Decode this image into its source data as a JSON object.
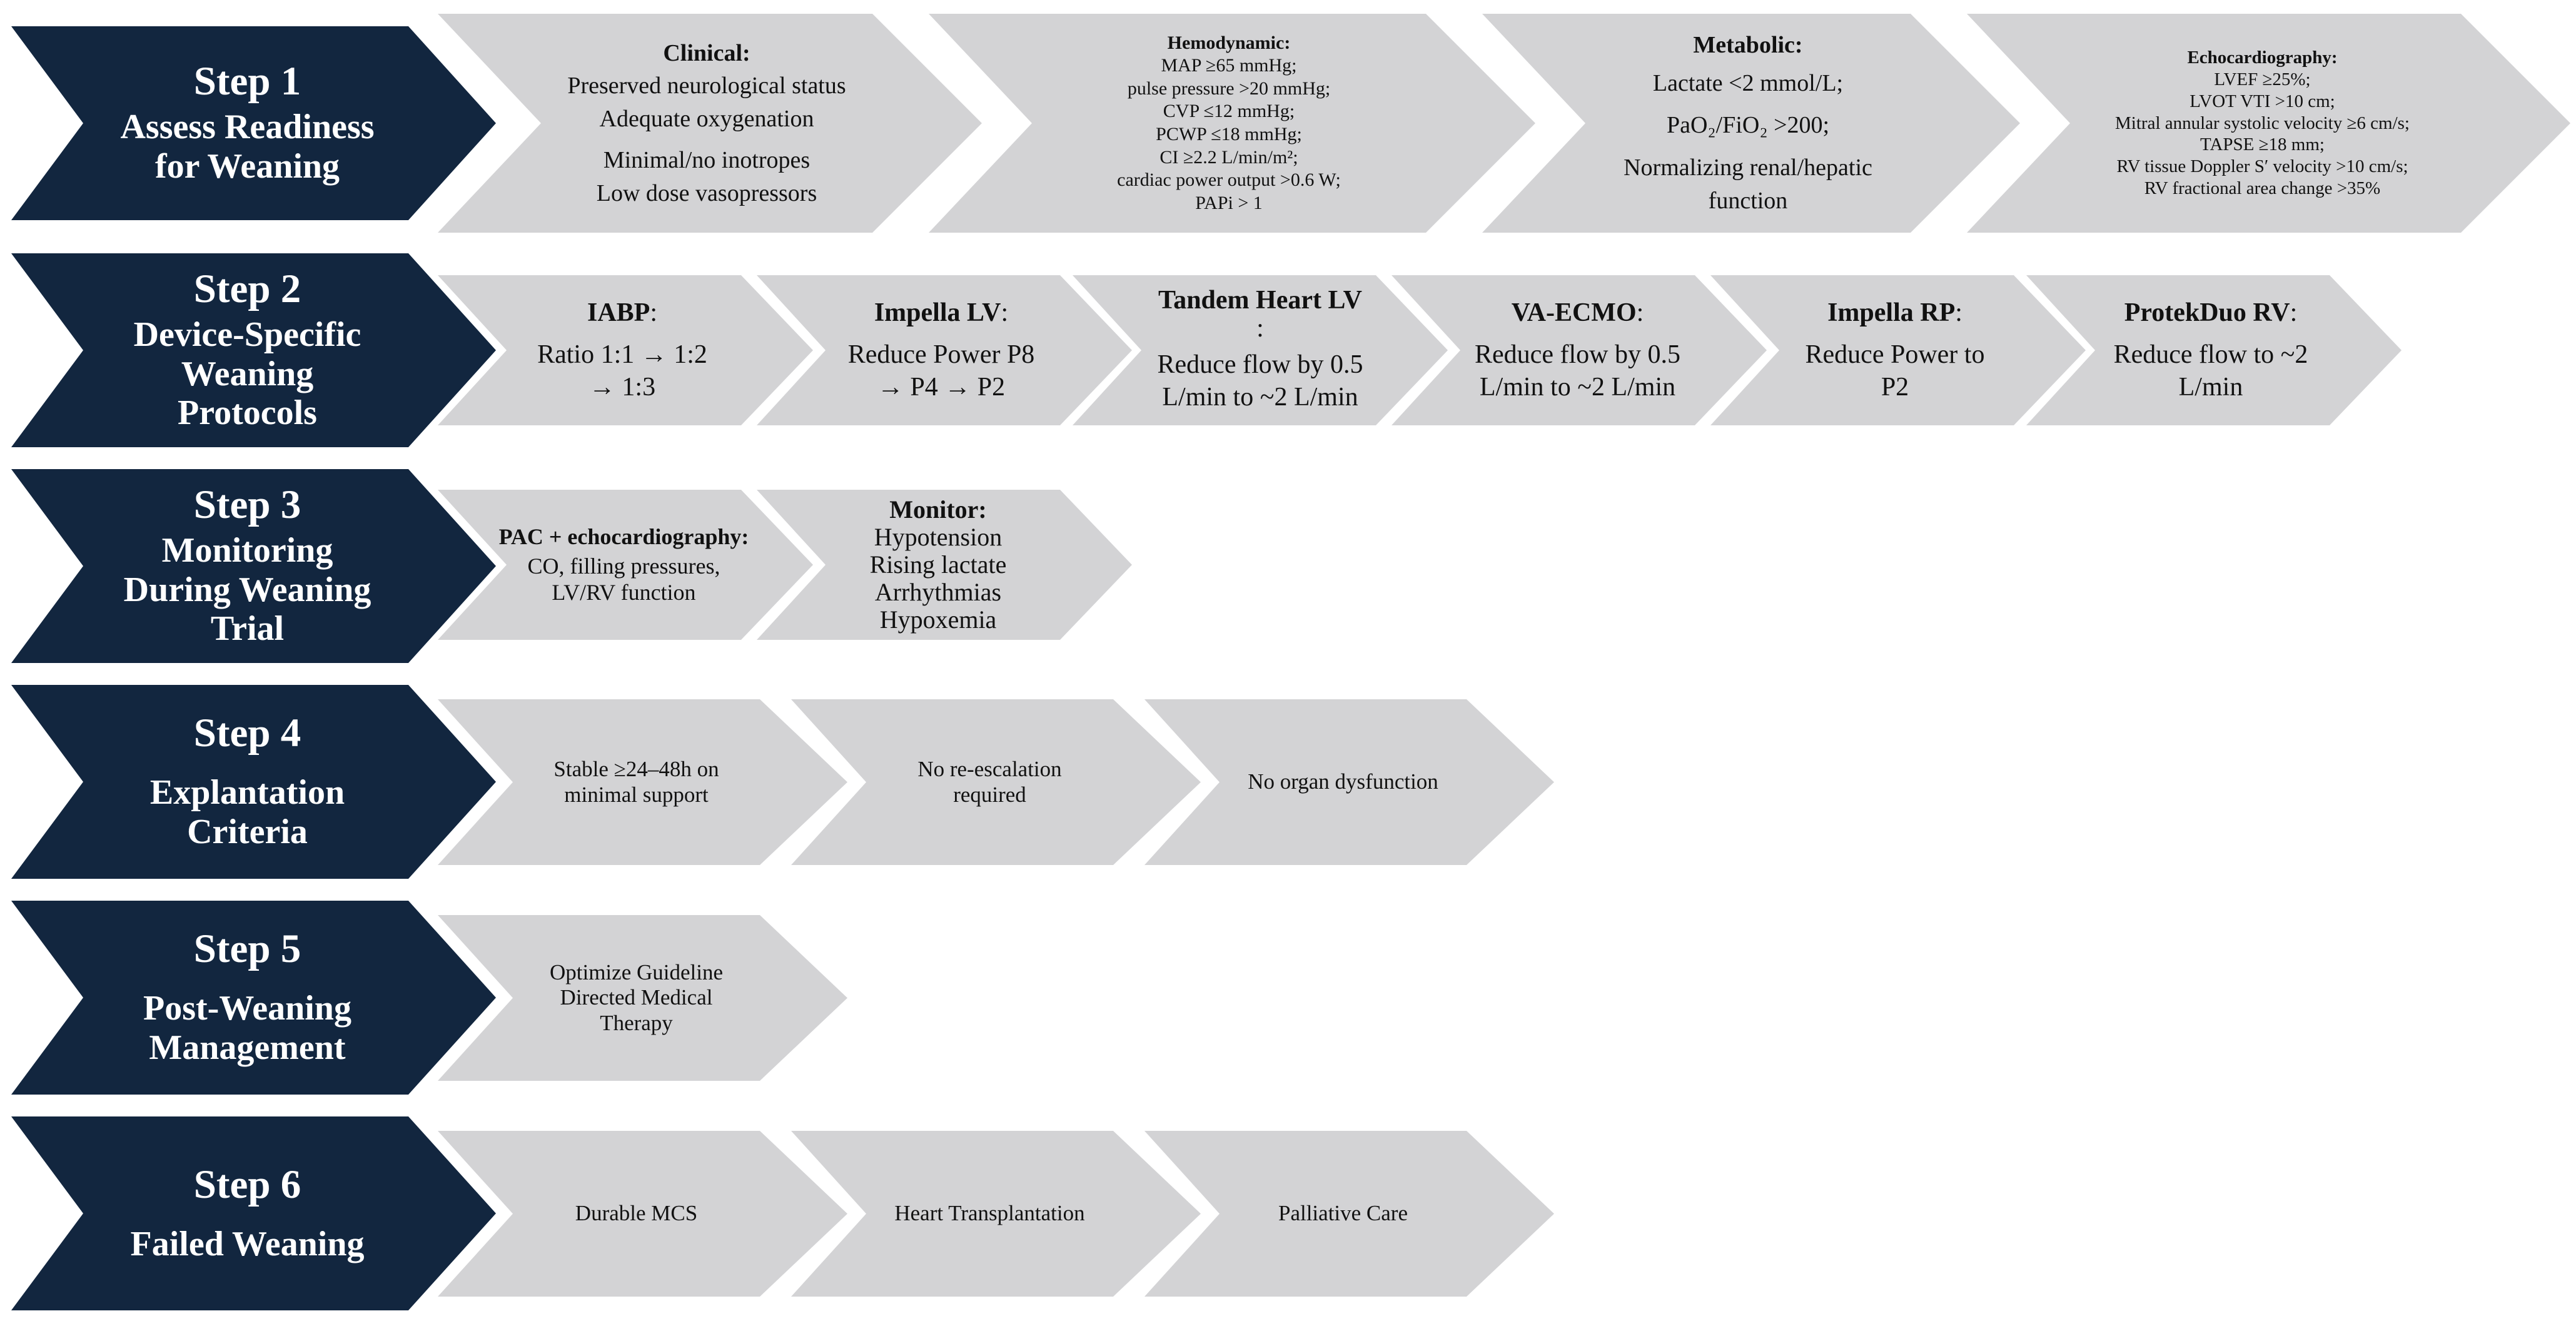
{
  "rows": [
    {
      "step": "Step 1",
      "title": [
        "Assess Readiness",
        "for Weaning"
      ],
      "items": [
        {
          "head": "Clinical:",
          "lines": [
            "Preserved neurological status",
            "Adequate oxygenation",
            "Minimal/no inotropes",
            "Low dose vasopressors"
          ]
        },
        {
          "head": "Hemodynamic:",
          "lines": [
            "MAP ≥65 mmHg;",
            "pulse pressure >20 mmHg;",
            "CVP ≤12 mmHg;",
            "PCWP ≤18 mmHg;",
            "CI ≥2.2 L/min/m²;",
            "cardiac power output >0.6 W;",
            "PAPi > 1"
          ]
        },
        {
          "head": "Metabolic:",
          "lines": [
            "Lactate <2 mmol/L;",
            "PaO₂/FiO₂ >200;",
            "Normalizing renal/hepatic",
            "function"
          ]
        },
        {
          "head": "Echocardiography:",
          "lines": [
            "LVEF ≥25%;",
            "LVOT VTI >10 cm;",
            "Mitral annular systolic velocity ≥6 cm/s;",
            "TAPSE ≥18 mm;",
            "RV tissue Doppler S′ velocity >10 cm/s;",
            "RV fractional area change >35%"
          ]
        }
      ]
    },
    {
      "step": "Step 2",
      "title": [
        "Device-Specific",
        "Weaning",
        "Protocols"
      ],
      "items": [
        {
          "head": "IABP",
          "lines": [
            "Ratio 1:1 → 1:2",
            "→ 1:3"
          ]
        },
        {
          "head": "Impella LV",
          "lines": [
            "Reduce Power  P8",
            "→ P4 → P2"
          ]
        },
        {
          "head": "Tandem Heart LV",
          "lines": [
            "Reduce flow by 0.5",
            "L/min to ~2 L/min"
          ]
        },
        {
          "head": "VA-ECMO",
          "lines": [
            "Reduce flow by 0.5",
            "L/min to ~2 L/min"
          ]
        },
        {
          "head": "Impella RP",
          "lines": [
            "Reduce Power to",
            "P2"
          ]
        },
        {
          "head": "ProtekDuo RV",
          "lines": [
            "Reduce flow  to ~2",
            "L/min"
          ]
        }
      ]
    },
    {
      "step": "Step 3",
      "title": [
        "Monitoring",
        "During Weaning",
        "Trial"
      ],
      "items": [
        {
          "head": "PAC + echocardiography:",
          "lines": [
            "CO, filling pressures,",
            "LV/RV function"
          ]
        },
        {
          "head": "Monitor:",
          "lines": [
            "Hypotension",
            "Rising lactate",
            "Arrhythmias",
            "Hypoxemia"
          ]
        }
      ]
    },
    {
      "step": "Step 4",
      "title": [
        "Explantation",
        "Criteria"
      ],
      "items": [
        {
          "lines": [
            "Stable ≥24–48h on",
            "minimal support"
          ]
        },
        {
          "lines": [
            "No re-escalation",
            "required"
          ]
        },
        {
          "lines": [
            "No organ dysfunction"
          ]
        }
      ]
    },
    {
      "step": "Step 5",
      "title": [
        "Post-Weaning",
        "Management"
      ],
      "items": [
        {
          "lines": [
            "Optimize Guideline",
            "Directed Medical",
            "Therapy"
          ]
        }
      ]
    },
    {
      "step": "Step 6",
      "title": [
        "Failed Weaning"
      ],
      "items": [
        {
          "lines": [
            "Durable MCS"
          ]
        },
        {
          "lines": [
            "Heart Transplantation"
          ]
        },
        {
          "lines": [
            "Palliative Care"
          ]
        }
      ]
    }
  ]
}
